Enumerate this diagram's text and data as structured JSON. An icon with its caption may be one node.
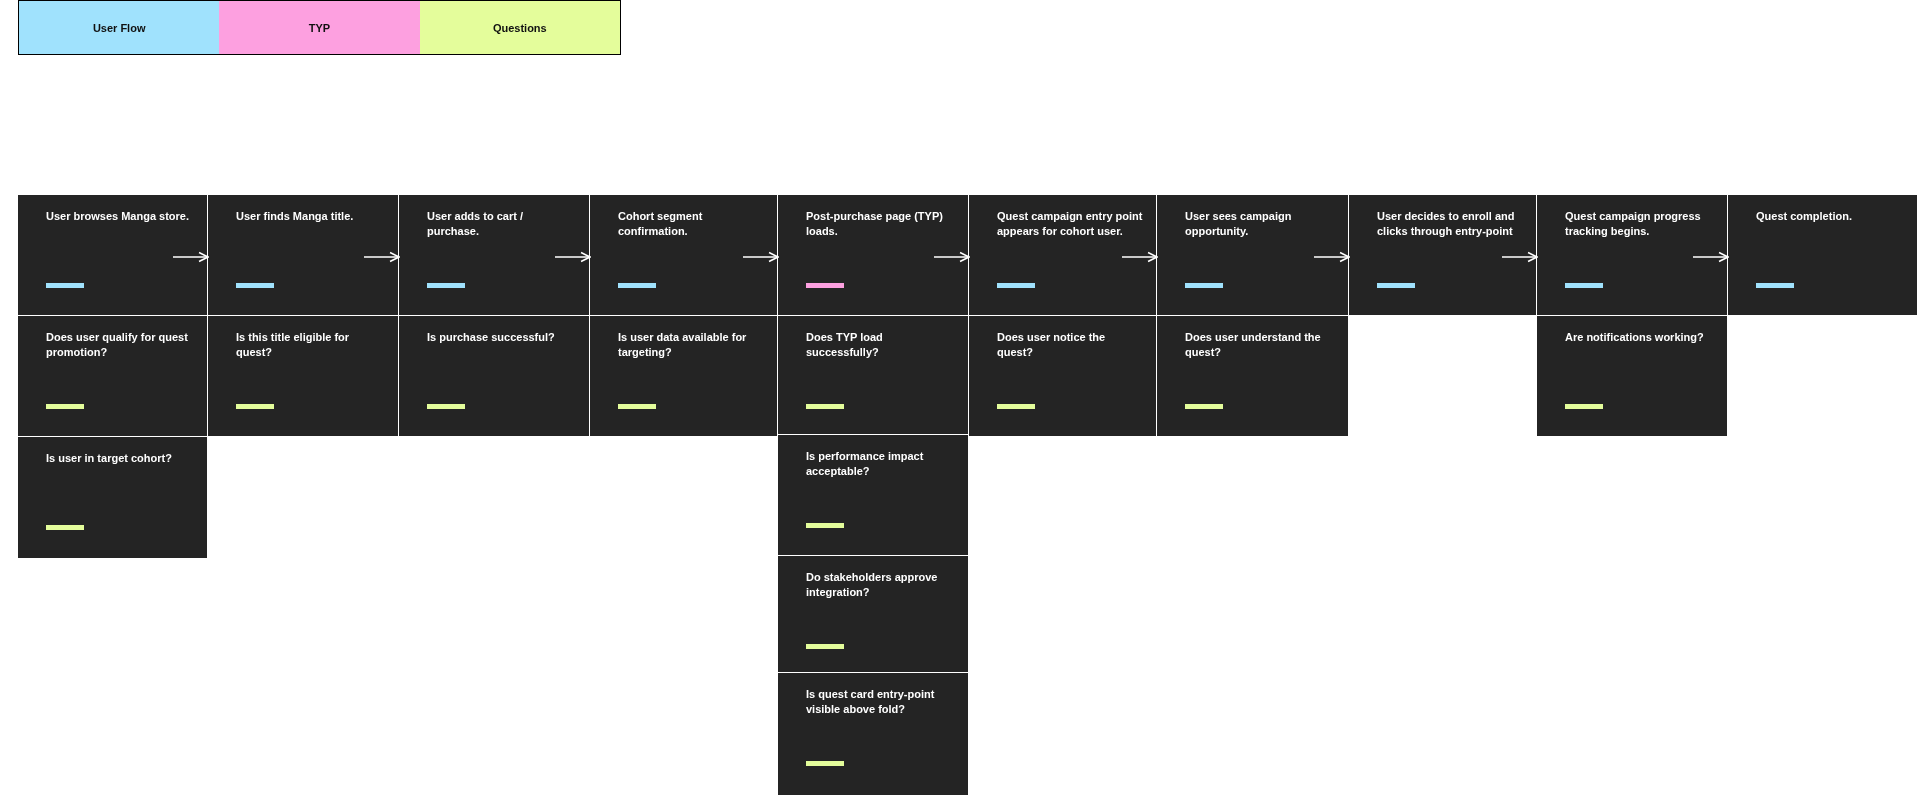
{
  "diagram": {
    "nodes": [
      {
        "text": [
          "User browses Manga store."
        ]
      },
      {
        "text": [
          "User finds Manga title."
        ]
      },
      {
        "text": [
          "User adds to cart / purchase."
        ]
      },
      {
        "text": [
          "Cohort segment confirmation."
        ]
      },
      {
        "text": [
          "Post-purchase page (TYP) loads."
        ]
      },
      {
        "text": [
          "Quest campaign entry point appears for cohort user."
        ]
      },
      {
        "text": [
          "User sees campaign opportunity."
        ]
      },
      {
        "text": [
          "User decides to enroll and clicks through entry-point"
        ]
      },
      {
        "text": [
          "Quest campaign progress tracking begins."
        ]
      },
      {
        "text": [
          "Quest completion."
        ]
      },
      {
        "text": [
          "Does user qualify for quest promotion?"
        ]
      },
      {
        "text": [
          "Is this title eligible for quest?"
        ]
      },
      {
        "text": [
          "Is purchase successful?"
        ]
      },
      {
        "text": [
          "Is user data available for targeting?"
        ]
      },
      {
        "text": [
          "Does TYP load successfully?"
        ]
      },
      {
        "text": [
          "Does user notice the quest?"
        ]
      },
      {
        "text": [
          "Does user understand the quest?"
        ]
      },
      {
        "text": [
          "Are notifications working?"
        ]
      },
      {
        "text": [
          "Is user in target cohort?"
        ]
      },
      {
        "text": [
          "Is performance impact acceptable?"
        ]
      },
      {
        "text": [
          "Do stakeholders approve integration?"
        ]
      },
      {
        "text": [
          "Is quest card entry-point visible above fold?"
        ]
      }
    ],
    "edges": [
      {
        "from": 0,
        "to": 1,
        "arrow": "to"
      },
      {
        "from": 1,
        "to": 2,
        "arrow": "to"
      },
      {
        "from": 2,
        "to": 3,
        "arrow": "to"
      },
      {
        "from": 3,
        "to": 4,
        "arrow": "to"
      },
      {
        "from": 4,
        "to": 5,
        "arrow": "to"
      },
      {
        "from": 5,
        "to": 6,
        "arrow": "to"
      },
      {
        "from": 6,
        "to": 7,
        "arrow": "to"
      },
      {
        "from": 7,
        "to": 8,
        "arrow": "to"
      },
      {
        "from": 8,
        "to": 9,
        "arrow": "to"
      }
    ],
    "legend": [
      {
        "text": "User Flow",
        "color": "#a0e2fd"
      },
      {
        "text": "TYP",
        "color": "#fda0e0"
      },
      {
        "text": "Questions",
        "color": "#e4fd9b"
      }
    ]
  }
}
